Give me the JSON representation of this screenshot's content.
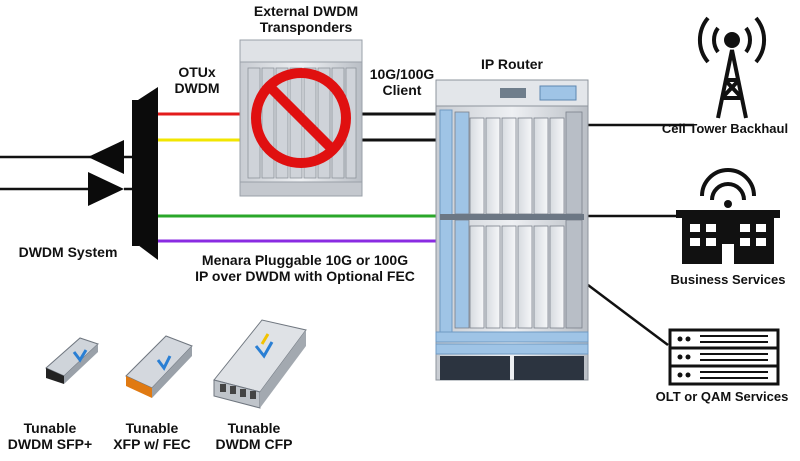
{
  "labels": {
    "transponders_line1": "External DWDM",
    "transponders_line2": "Transponders",
    "otux_line1": "OTUx",
    "otux_line2": "DWDM",
    "client_line1": "10G/100G",
    "client_line2": "Client",
    "ip_router": "IP Router",
    "dwdm_system": "DWDM System",
    "menara_line1": "Menara Pluggable 10G or 100G",
    "menara_line2": "IP over DWDM with Optional FEC",
    "cell_tower": "Cell Tower Backhaul",
    "business": "Business Services",
    "olt": "OLT or QAM Services"
  },
  "modules": [
    {
      "line1": "Tunable",
      "line2": "DWDM SFP+"
    },
    {
      "line1": "Tunable",
      "line2": "XFP w/ FEC"
    },
    {
      "line1": "Tunable",
      "line2": "DWDM CFP"
    }
  ],
  "colors": {
    "fiber_red": "#e31b1b",
    "fiber_yellow": "#f2e600",
    "fiber_green": "#2aa72a",
    "fiber_purple": "#8a2be2",
    "prohibition": "#e01010",
    "rack_blue": "#9fc4e6"
  },
  "icons": [
    "cell-tower-icon",
    "building-icon",
    "server-rack-icon"
  ]
}
